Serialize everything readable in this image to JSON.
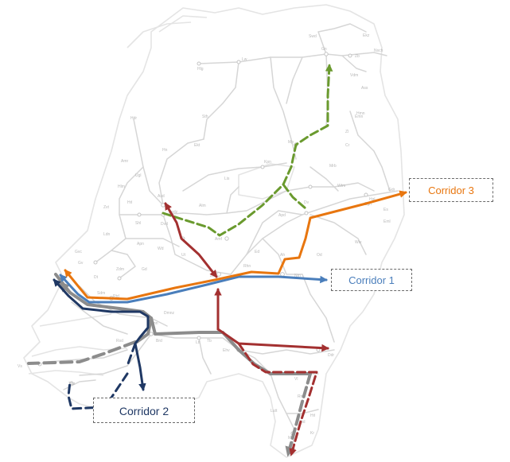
{
  "map": {
    "colors": {
      "background_network": "#d9d9d9",
      "corridor_1": "#4a7ebb",
      "corridor_2": "#1f3864",
      "corridor_3": "#e8760f",
      "green_route": "#6a9a2e",
      "red_route": "#a33030",
      "grey_route": "#8c8c8c"
    },
    "corridors": [
      {
        "id": "corridor-1",
        "label": "Corridor 1",
        "color": "#4a7ebb"
      },
      {
        "id": "corridor-2",
        "label": "Corridor 2",
        "color": "#1f3864"
      },
      {
        "id": "corridor-3",
        "label": "Corridor 3",
        "color": "#e8760f"
      }
    ],
    "stations": [
      "Swd",
      "Ekz",
      "Gn",
      "Zb",
      "Nsch",
      "Vdm",
      "Lw",
      "Hlg",
      "Sth",
      "Hdr",
      "Ekt",
      "Hn",
      "Amr",
      "Ugl",
      "Mp",
      "Zl",
      "Kpn",
      "Hmn",
      "Dv",
      "Asd",
      "Lis",
      "Alm",
      "Hrl",
      "Zvt",
      "Hlm",
      "Shl",
      "Dvd",
      "Asdz",
      "Amf",
      "Apd",
      "Ed",
      "Ah",
      "Rhn",
      "Ldn",
      "Gd",
      "Ut",
      "Wd",
      "Apn",
      "Gvc",
      "Gv",
      "Zdm",
      "Dt",
      "Sdm",
      "Rtd",
      "Dmn",
      "Dmnz",
      "Rsd",
      "Brd",
      "Ltt",
      "Hgl",
      "Es",
      "Wtm",
      "Mrb",
      "Cr",
      "Emn",
      "Vs",
      "Tbz",
      "Tb",
      "Ehv",
      "Hm",
      "Ddr",
      "Nm",
      "Ztl",
      "Vl",
      "Rm",
      "Lutt",
      "Std",
      "Hrl",
      "Kr",
      "Mt",
      "Gdr",
      "Ww",
      "Eml",
      "Od",
      "Sgn",
      "Ass"
    ]
  }
}
